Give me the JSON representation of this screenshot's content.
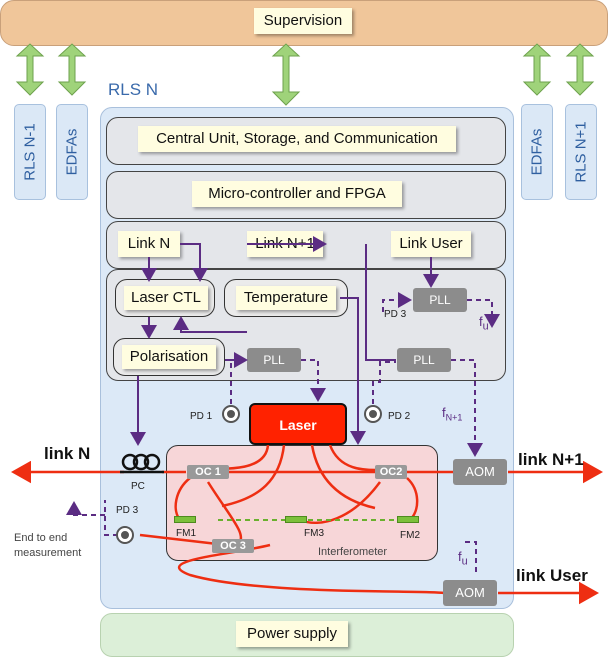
{
  "supervision": "Supervision",
  "rls_label": "RLS N",
  "side_tabs": {
    "rls_prev": "RLS N-1",
    "edfas_left": "EDFAs",
    "edfas_right": "EDFAs",
    "rls_next": "RLS N+1"
  },
  "central_unit": "Central Unit, Storage, and Communication",
  "microcontroller": "Micro-controller and FPGA",
  "links": {
    "link_n": "Link N",
    "link_n1": "Link N+1",
    "link_user": "Link User"
  },
  "laser_ctl": "Laser CTL",
  "temperature": "Temperature",
  "polarisation": "Polarisation",
  "pll": "PLL",
  "laser": "Laser",
  "pd": {
    "pd1": "PD 1",
    "pd2": "PD 2",
    "pd3_top": "PD 3",
    "pd3_left": "PD 3"
  },
  "freq": {
    "fu_main": "f",
    "fu_sub": "u",
    "fn1_main": "f",
    "fn1_sub": "N+1",
    "fu2_main": "f",
    "fu2_sub": "u"
  },
  "aom": "AOM",
  "pc": "PC",
  "oc": {
    "oc1": "OC 1",
    "oc2": "OC2",
    "oc3": "OC 3"
  },
  "fm": {
    "fm1": "FM1",
    "fm2": "FM2",
    "fm3": "FM3"
  },
  "interferometer": "Interferometer",
  "ext": {
    "link_n": "link N",
    "link_n1": "link N+1",
    "link_user": "link User",
    "end_to_end_1": "End to end",
    "end_to_end_2": "measurement"
  },
  "power_supply": "Power supply",
  "colors": {
    "arrow_green": "#9fd37a",
    "fiber_red": "#ee2e12",
    "signal_purple": "#5b2c83",
    "laser_red": "#ff2200"
  }
}
